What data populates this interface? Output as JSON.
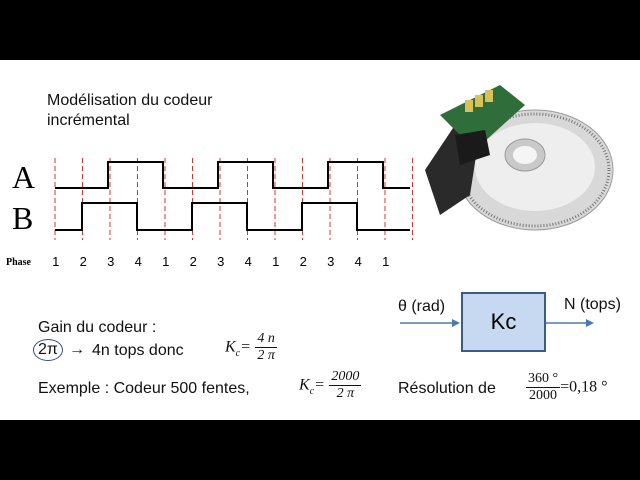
{
  "title_line1": "Modélisation du codeur",
  "title_line2": "incrémental",
  "signal_a": "A",
  "signal_b": "B",
  "phase_label": "Phase",
  "phases": [
    "1",
    "2",
    "3",
    "4",
    "1",
    "2",
    "3",
    "4",
    "1",
    "2",
    "3",
    "4",
    "1"
  ],
  "gain_title": "Gain du codeur :",
  "gain_left": "2π",
  "gain_right": "4n tops donc",
  "kc_symbol": "K",
  "kc_sub": "c",
  "kc_formula1": {
    "num": "4 n",
    "den": "2 π"
  },
  "example_text": "Exemple : Codeur 500 fentes,",
  "kc_formula2": {
    "num": "2000",
    "den": "2 π"
  },
  "resolution_text": "Résolution de",
  "resolution_frac": {
    "num": "360 °",
    "den": "2000"
  },
  "resolution_value": "=0,18 °",
  "block": {
    "input": "θ (rad)",
    "label": "Kc",
    "output": "N  (tops)"
  },
  "colors": {
    "signal": "#000000",
    "dashes": "#e0302a",
    "box_fill": "#c6d9f0",
    "box_border": "#385d8a",
    "arrow": "#4a7ab5"
  },
  "photo_icon": "rotary-encoder-photo"
}
